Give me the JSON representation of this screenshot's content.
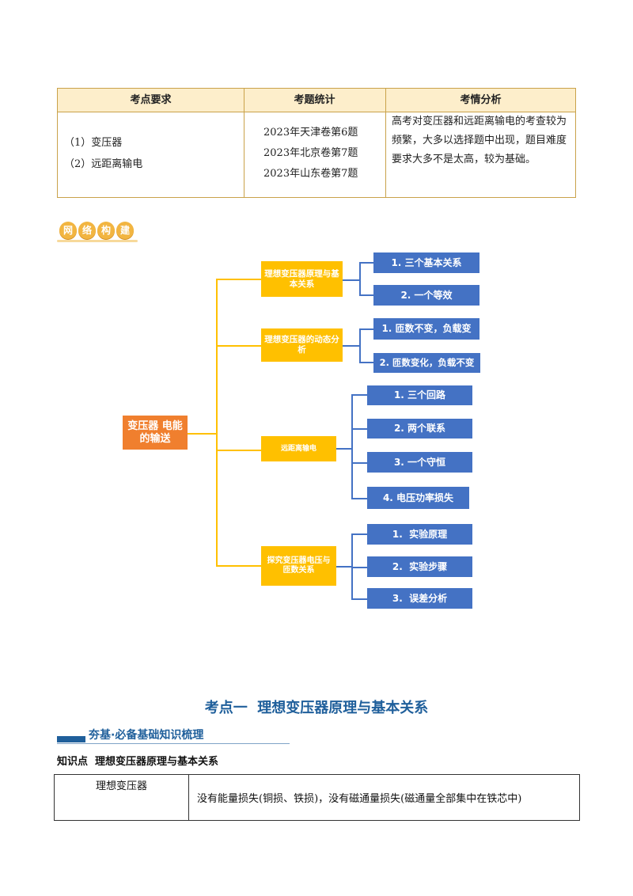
{
  "table_top": {
    "headers": [
      "考点要求",
      "考题统计",
      "考情分析"
    ],
    "requirements": [
      "（1）变压器",
      "（2）远距离输电"
    ],
    "stats": [
      "2023年天津卷第6题",
      "2023年北京卷第7题",
      "2023年山东卷第7题"
    ],
    "analysis": "高考对变压器和远距离输电的考查较为频繁，大多以选择题中出现，题目难度要求大多不是太高，较为基础。"
  },
  "badge": {
    "chars": [
      "网",
      "络",
      "构",
      "建"
    ]
  },
  "mindmap": {
    "root": "变压器 电能的输送",
    "branches": [
      {
        "label": "理想变压器原理与基本关系",
        "children": [
          "1. 三个基本关系",
          "2. 一个等效"
        ]
      },
      {
        "label": "理想变压器的动态分析",
        "children": [
          "1. 匝数不变，负载变",
          "2. 匝数变化，负载不变"
        ]
      },
      {
        "label": "远距离输电",
        "children": [
          "1. 三个回路",
          "2. 两个联系",
          "3. 一个守恒",
          "4. 电压功率损失"
        ]
      },
      {
        "label": "探究变压器电压与匝数关系",
        "children": [
          "1.  实验原理",
          "2.  实验步骤",
          "3.  误差分析"
        ]
      }
    ]
  },
  "section": {
    "title": "考点一  理想变压器原理与基本关系",
    "banner": "夯基·必备基础知识梳理",
    "knowledge_point": "知识点  理想变压器原理与基本关系"
  },
  "table_bottom": {
    "label": "理想变压器",
    "content": "没有能量损失(铜损、铁损)，没有磁通量损失(磁通量全部集中在铁芯中)"
  },
  "colors": {
    "root": "#f07f2e",
    "branch": "#ffc000",
    "leaf": "#4472c4",
    "title": "#1f5f9b",
    "table_border": "#c9a24a",
    "table_header": "#fdeecb"
  }
}
